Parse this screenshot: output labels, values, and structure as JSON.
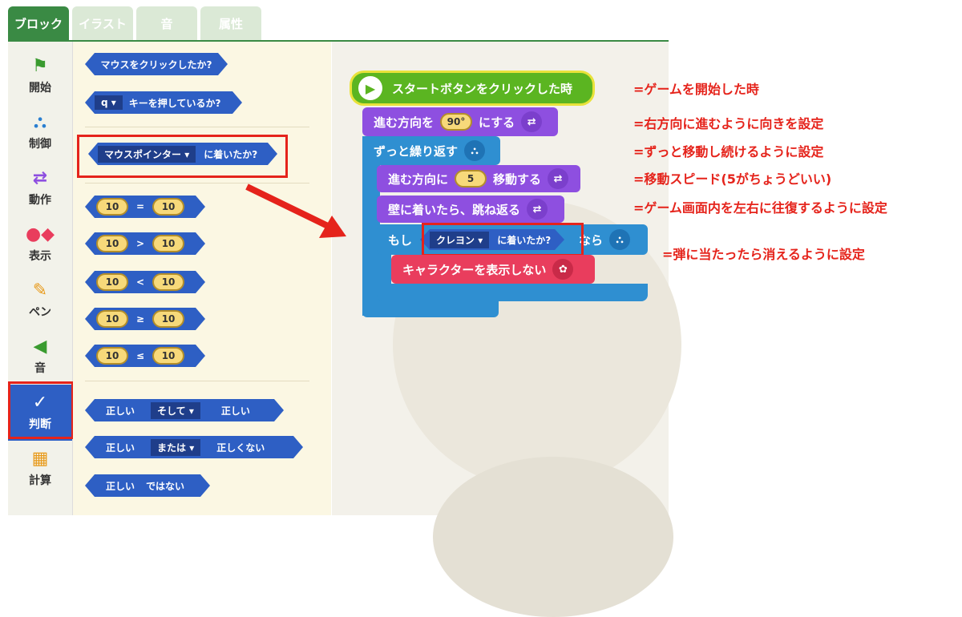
{
  "tabs": [
    "ブロック",
    "イラスト",
    "音",
    "属性"
  ],
  "categories": [
    {
      "label": "開始",
      "icon": "flag-icon"
    },
    {
      "label": "制御",
      "icon": "branch-icon"
    },
    {
      "label": "動作",
      "icon": "arrows-icon"
    },
    {
      "label": "表示",
      "icon": "shapes-icon"
    },
    {
      "label": "ペン",
      "icon": "brush-icon"
    },
    {
      "label": "音",
      "icon": "speaker-icon"
    },
    {
      "label": "判断",
      "icon": "check-icon"
    },
    {
      "label": "計算",
      "icon": "calculator-icon"
    }
  ],
  "palette": {
    "mouse_click": "マウスをクリックしたか?",
    "key_value": "q",
    "key_pressed": "キーを押しているか?",
    "mouse_pointer": "マウスポインター",
    "touching": "に着いたか?",
    "num": "10",
    "ops": [
      "=",
      ">",
      "<",
      "≥",
      "≤"
    ],
    "true_label": "正しい",
    "and_label": "そして",
    "or_label": "または",
    "false_label": "正しくない",
    "not_label": "ではない"
  },
  "script": {
    "start": "スタートボタンをクリックした時",
    "direction_prefix": "進む方向を",
    "direction_value": "90°",
    "direction_suffix": "にする",
    "forever": "ずっと繰り返す",
    "move_prefix": "進む方向に",
    "move_value": "5",
    "move_suffix": "移動する",
    "bounce": "壁に着いたら、跳ね返る",
    "if_label": "もし",
    "crayon": "クレヨン",
    "touching": "に着いたか?",
    "then_label": "なら",
    "hide": "キャラクターを表示しない"
  },
  "annotations": [
    "=ゲームを開始した時",
    "=右方向に進むように向きを設定",
    "=ずっと移動し続けるように設定",
    "=移動スピード(5がちょうどいい)",
    "=ゲーム画面内を左右に往復するように設定",
    "=弾に当たったら消えるように設定"
  ],
  "colors": {
    "accent_red": "#e5231b",
    "tab_green": "#3a8a44"
  }
}
